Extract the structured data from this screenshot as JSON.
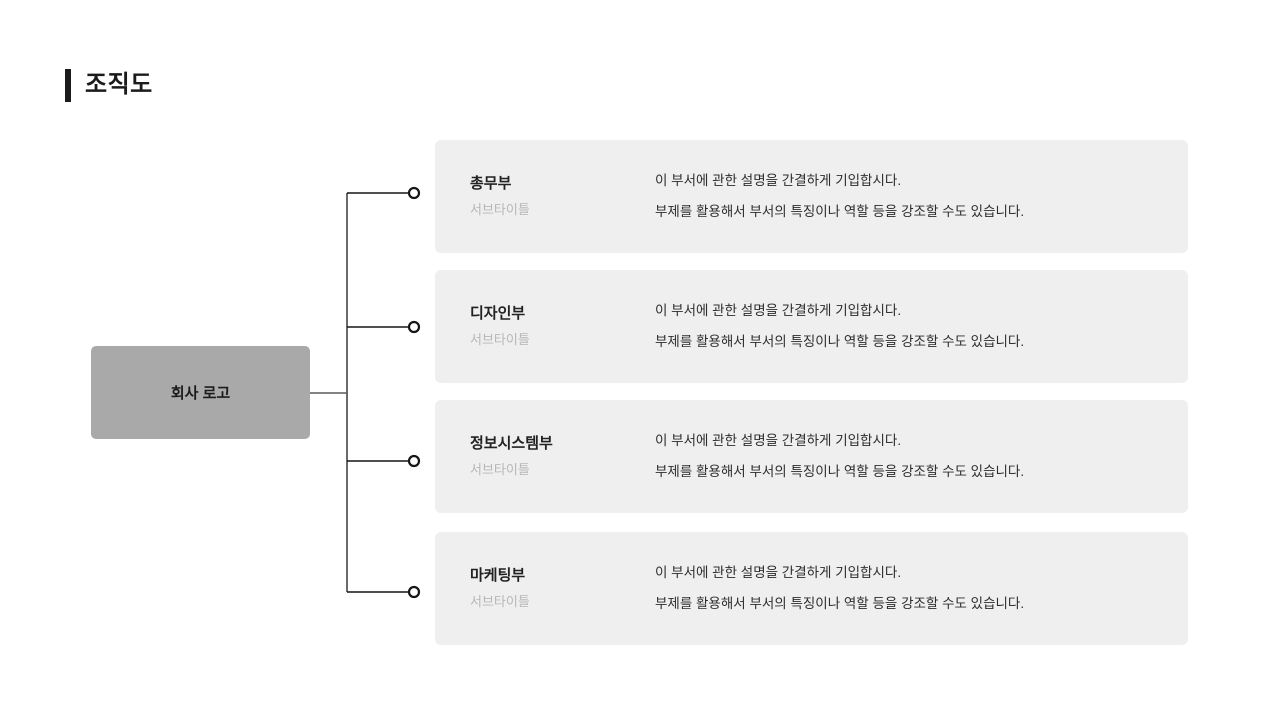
{
  "slide": {
    "title": "조직도",
    "accent_color": "#1b1b1b",
    "background_color": "#ffffff"
  },
  "root": {
    "label": "회사 로고",
    "fill_color": "#a9a9a9"
  },
  "connector": {
    "line_color": "#5a5a5a",
    "node_stroke_color": "#151515",
    "node_fill_color": "#ffffff"
  },
  "cards": [
    {
      "name": "총무부",
      "subtitle": "서브타이틀",
      "description_line1": "이 부서에 관한 설명을 간결하게 기입합시다.",
      "description_line2": "부제를 활용해서 부서의 특징이나 역할 등을 강조할 수도 있습니다.",
      "background_color": "#efefef"
    },
    {
      "name": "디자인부",
      "subtitle": "서브타이틀",
      "description_line1": "이 부서에 관한 설명을 간결하게 기입합시다.",
      "description_line2": "부제를 활용해서 부서의 특징이나 역할 등을 강조할 수도 있습니다.",
      "background_color": "#efefef"
    },
    {
      "name": "정보시스템부",
      "subtitle": "서브타이틀",
      "description_line1": "이 부서에 관한 설명을 간결하게 기입합시다.",
      "description_line2": "부제를 활용해서 부서의 특징이나 역할 등을 강조할 수도 있습니다.",
      "background_color": "#efefef"
    },
    {
      "name": "마케팅부",
      "subtitle": "서브타이틀",
      "description_line1": "이 부서에 관한 설명을 간결하게 기입합시다.",
      "description_line2": "부제를 활용해서 부서의 특징이나 역할 등을 강조할 수도 있습니다.",
      "background_color": "#efefef"
    }
  ]
}
